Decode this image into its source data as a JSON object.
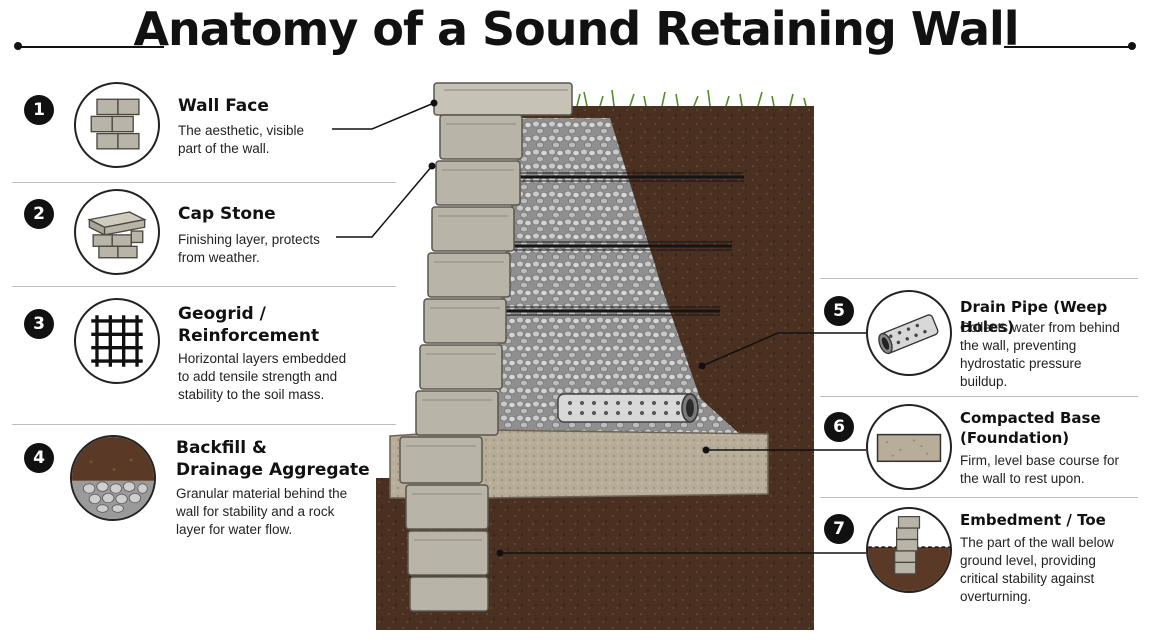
{
  "title": "Anatomy of a Sound Retaining Wall",
  "left_items": [
    {
      "number": "1",
      "title": "Wall Face",
      "title_line2": "",
      "desc": [
        "The aesthetic, visible",
        "part of the wall."
      ]
    },
    {
      "number": "2",
      "title": "Cap Stone",
      "title_line2": "",
      "desc": [
        "Finishing layer, protects",
        "from weather."
      ]
    },
    {
      "number": "3",
      "title": "Geogrid /",
      "title_line2": "Reinforcement",
      "desc": [
        "Horizontal layers embedded",
        "to add tensile strength and",
        "stability to the soil mass."
      ]
    },
    {
      "number": "4",
      "title": "Backfill &",
      "title_line2": "Drainage Aggregate",
      "desc": [
        "Granular material behind the",
        "wall for stability and a rock",
        "layer for water flow."
      ]
    }
  ],
  "right_items": [
    {
      "number": "5",
      "title": "Drain Pipe (Weep Holes)",
      "title_line2": "",
      "desc": [
        "Collects water from behind",
        "the wall, preventing",
        "hydrostatic pressure",
        "buildup."
      ]
    },
    {
      "number": "6",
      "title": "Compacted Base",
      "title_line2": "(Foundation)",
      "desc": [
        "Firm, level base course for",
        "the wall to rest upon."
      ]
    },
    {
      "number": "7",
      "title": "Embedment / Toe",
      "title_line2": "",
      "desc": [
        "The part of the wall below",
        "ground level, providing",
        "critical stability against",
        "overturning."
      ]
    }
  ],
  "colors": {
    "ink": "#111111",
    "soil": "#4a3020",
    "stone": "#b9b4a8",
    "gravel": "#a9a9a9",
    "grass": "#4f8f2a"
  }
}
